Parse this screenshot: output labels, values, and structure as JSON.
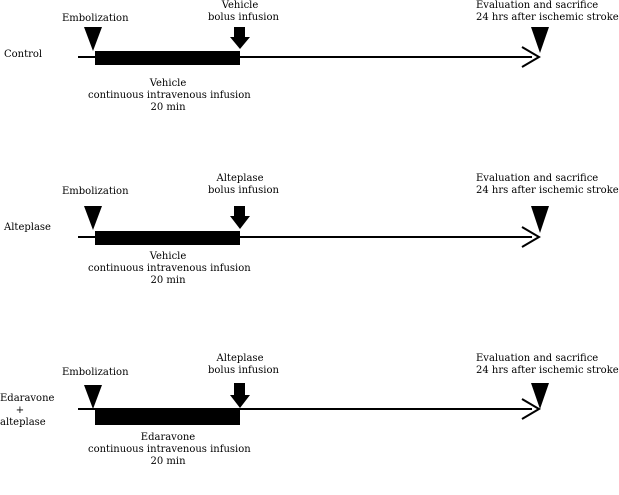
{
  "rows": [
    {
      "group": [
        "Control"
      ],
      "embolization": "Embolization",
      "bolus": [
        "Vehicle",
        "bolus infusion"
      ],
      "evaluation": [
        "Evaluation and sacrifice",
        "24 hrs after ischemic stroke"
      ],
      "continuous": [
        "Vehicle",
        "continuous intravenous infusion",
        "20 min"
      ]
    },
    {
      "group": [
        "Alteplase"
      ],
      "embolization": "Embolization",
      "bolus": [
        "Alteplase",
        "bolus infusion"
      ],
      "evaluation": [
        "Evaluation and sacrifice",
        "24 hrs after ischemic stroke"
      ],
      "continuous": [
        "Vehicle",
        "continuous intravenous infusion",
        "20 min"
      ]
    },
    {
      "group": [
        "Edaravone",
        "+",
        "alteplase"
      ],
      "embolization": "Embolization",
      "bolus": [
        "Alteplase",
        "bolus infusion"
      ],
      "evaluation": [
        "Evaluation and sacrifice",
        "24 hrs after ischemic stroke"
      ],
      "continuous": [
        "Edaravone",
        "continuous intravenous infusion",
        "20 min"
      ]
    }
  ]
}
